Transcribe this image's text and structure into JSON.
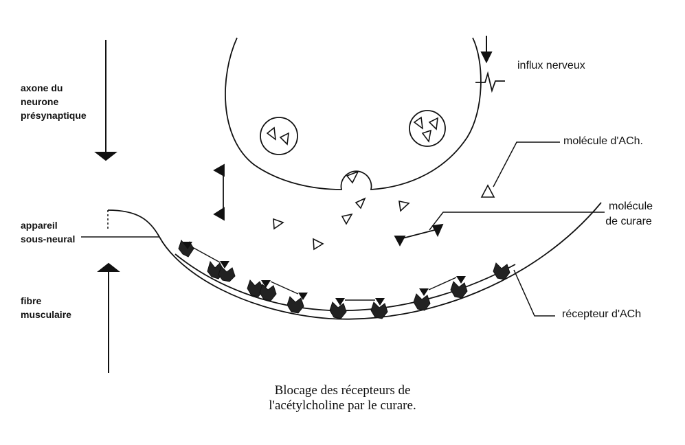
{
  "labels": {
    "axone": [
      "axone du",
      "neurone",
      "présynaptique"
    ],
    "appareil": [
      "appareil",
      "sous-neural"
    ],
    "fibre": [
      "fibre",
      "musculaire"
    ],
    "influx": "influx nerveux",
    "molecule_ach": "molécule d'ACh.",
    "molecule_curare": [
      "molécule",
      "de curare"
    ],
    "recepteur": "récepteur d'ACh"
  },
  "caption": [
    "Blocage des récepteurs de",
    "l'acétylcholine par le curare."
  ],
  "colors": {
    "ink": "#111111",
    "receptor": "#2a2a2a",
    "receptor_light": "#6a6a6a"
  },
  "icons": [
    "arrow-down-icon",
    "arrow-up-icon",
    "nerve-impulse-icon",
    "ach-molecule-icon",
    "curare-molecule-icon",
    "receptor-icon",
    "vesicle-icon"
  ]
}
